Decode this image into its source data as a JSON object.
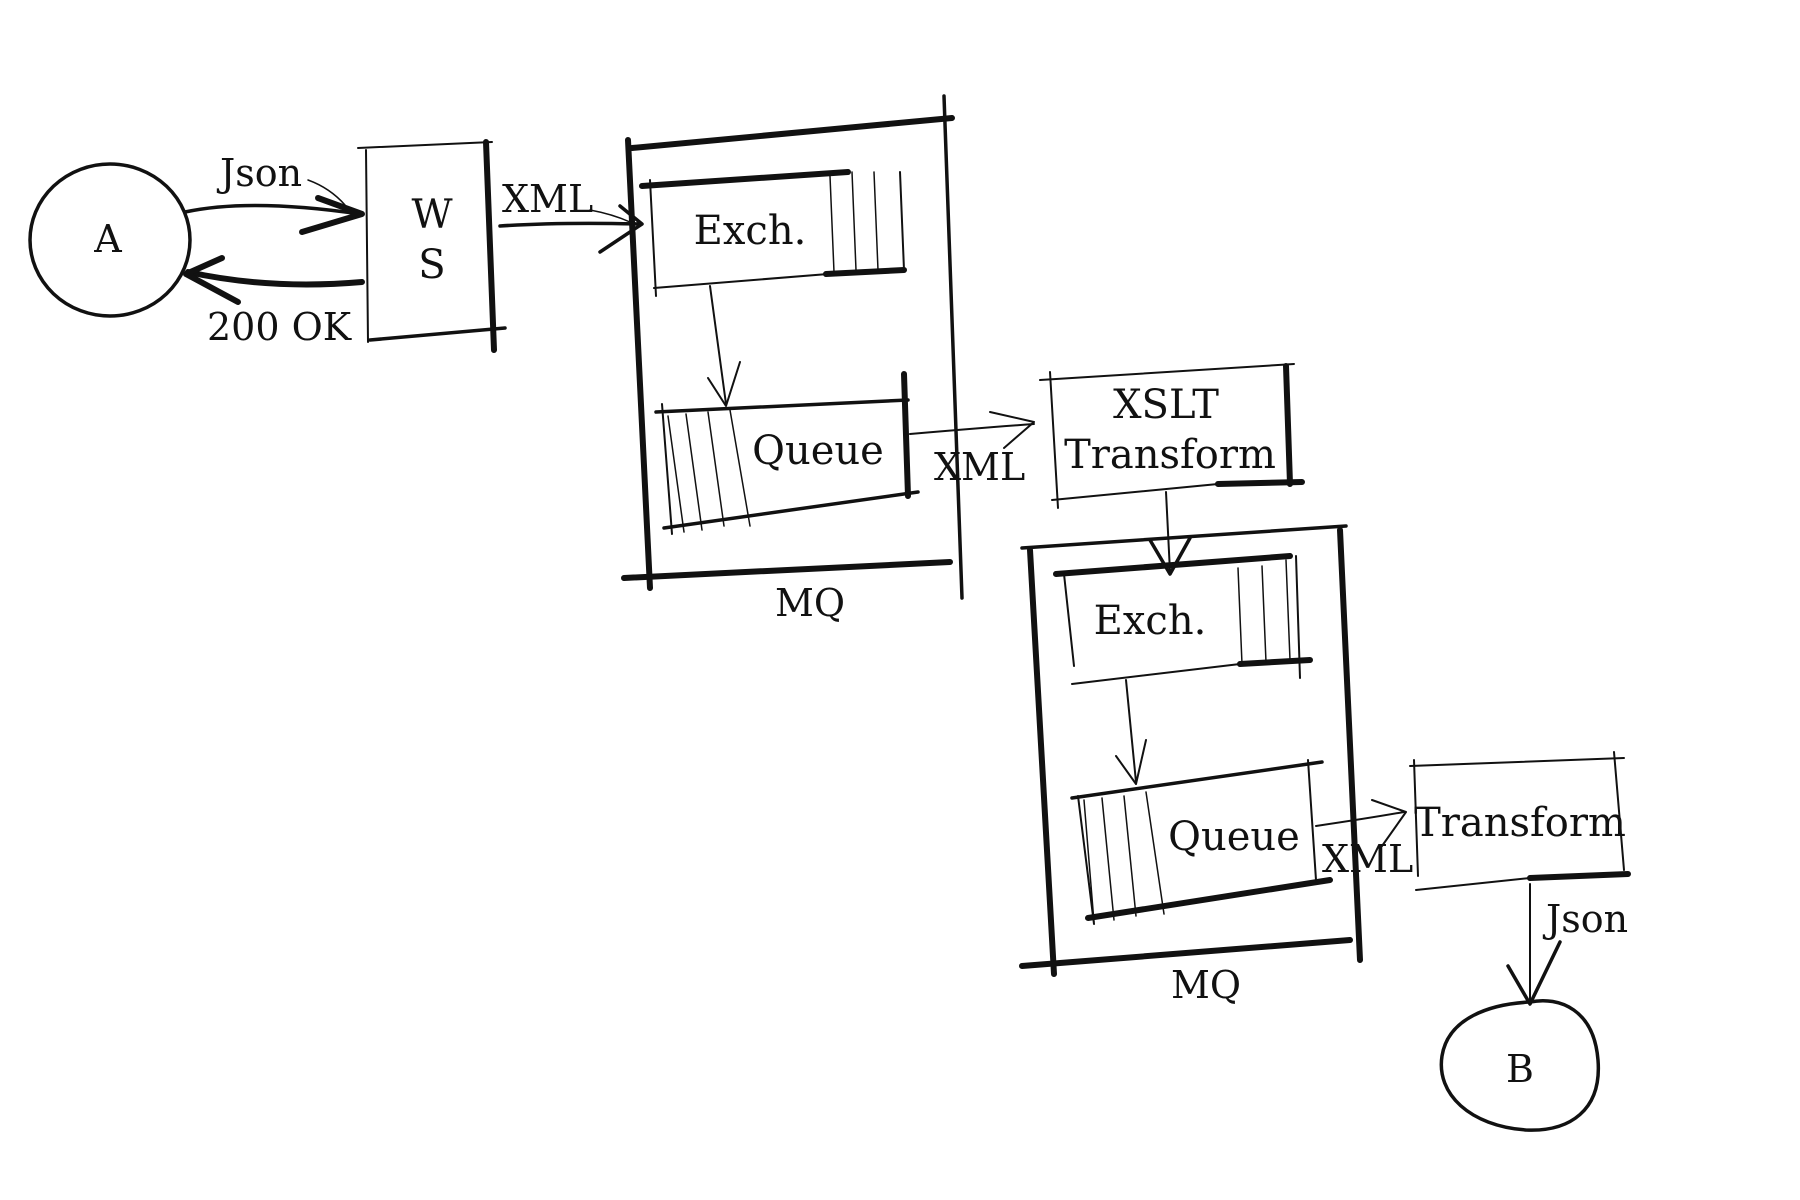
{
  "nodes": {
    "a": "A",
    "b": "B",
    "ws_line1": "W",
    "ws_line2": "S",
    "mq1_exchange": "Exch.",
    "mq1_queue": "Queue",
    "mq1_label": "MQ",
    "xslt_line1": "XSLT",
    "xslt_line2": "Transform",
    "mq2_exchange": "Exch.",
    "mq2_queue": "Queue",
    "mq2_label": "MQ",
    "transform": "Transform"
  },
  "edges": {
    "a_to_ws": "Json",
    "ws_to_a": "200 OK",
    "ws_to_mq1": "XML",
    "mq1_to_xslt": "XML",
    "mq2_to_transform": "XML",
    "transform_to_b": "Json"
  }
}
